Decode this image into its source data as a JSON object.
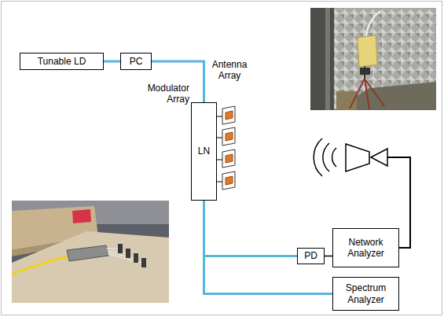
{
  "diagram": {
    "nodes": [
      {
        "text": [
          "Tunable LD"
        ]
      },
      {
        "text": [
          "PC"
        ]
      },
      {
        "text": [
          "Modulator Array",
          "LN"
        ]
      },
      {
        "text": [
          "PD"
        ]
      },
      {
        "text": [
          "Network Analyzer"
        ]
      },
      {
        "text": [
          "Spectrum Analyzer"
        ]
      }
    ],
    "edges": [
      {
        "from": 0,
        "to": 1,
        "arrow": "none"
      },
      {
        "from": 1,
        "to": 2,
        "arrow": "none"
      },
      {
        "from": 2,
        "to": 3,
        "arrow": "none"
      },
      {
        "from": 2,
        "to": 5,
        "arrow": "none"
      },
      {
        "from": 3,
        "to": 4,
        "arrow": "none"
      }
    ],
    "labels": [
      "Antenna Array"
    ]
  }
}
